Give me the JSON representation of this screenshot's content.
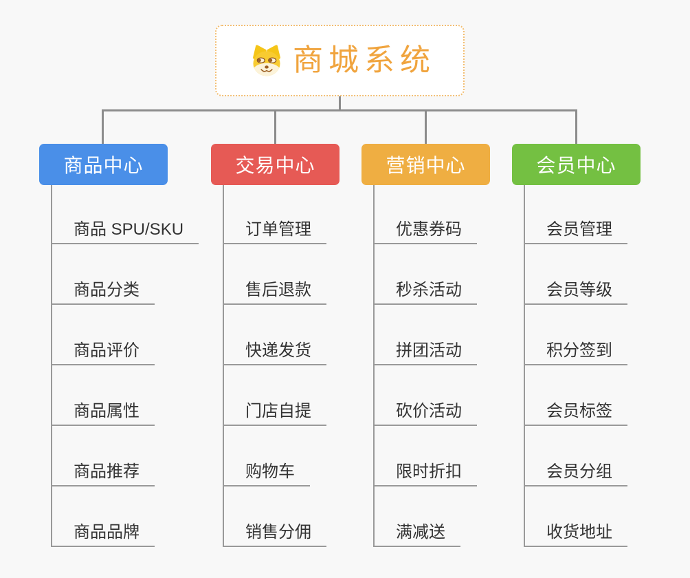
{
  "root": {
    "title": "商城系统",
    "icon": "doge-icon"
  },
  "root_style": {
    "title_color": "#F0A43E",
    "border_color": "#F2BE73"
  },
  "connector_color": "#8C8C8C",
  "branches": [
    {
      "label": "商品中心",
      "color": "#4A8FE8",
      "items": [
        "商品 SPU/SKU",
        "商品分类",
        "商品评价",
        "商品属性",
        "商品推荐",
        "商品品牌"
      ]
    },
    {
      "label": "交易中心",
      "color": "#E65A55",
      "items": [
        "订单管理",
        "售后退款",
        "快递发货",
        "门店自提",
        "购物车",
        "销售分佣"
      ]
    },
    {
      "label": "营销中心",
      "color": "#EFAE42",
      "items": [
        "优惠券码",
        "秒杀活动",
        "拼团活动",
        "砍价活动",
        "限时折扣",
        "满减送"
      ]
    },
    {
      "label": "会员中心",
      "color": "#74C042",
      "items": [
        "会员管理",
        "会员等级",
        "积分签到",
        "会员标签",
        "会员分组",
        "收货地址"
      ]
    }
  ]
}
